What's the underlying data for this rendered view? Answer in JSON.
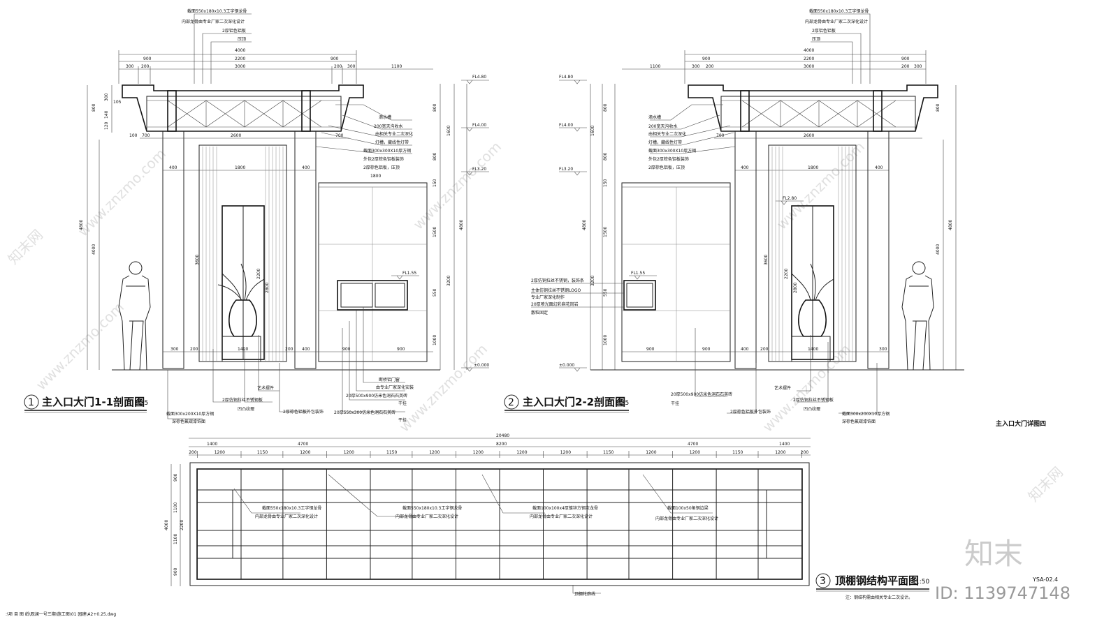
{
  "sections": {
    "s1": {
      "num": "1",
      "title": "主入口大门1-1剖面图",
      "scale": "1:25"
    },
    "s2": {
      "num": "2",
      "title": "主入口大门2-2剖面图",
      "scale": "1:25"
    },
    "s3": {
      "num": "3",
      "title": "顶棚钢结构平面图",
      "scale": "1:50"
    }
  },
  "detail_title": "主入口大门详图四",
  "sheet_number": "YSA-02.4",
  "plan_note": "注：钢结构需由相关专业二次设计。",
  "plan_edge_label": "顶棚轮廓线",
  "file_path": ":\\项 目 图 纸\\观澜一号三期\\施工图\\01 园建\\A2+0.25.dwg",
  "watermark": {
    "site": "www.znzmo.com",
    "brand": "知末网",
    "logo": "知末",
    "id": "ID: 1139747148"
  },
  "levels": {
    "l1": "FL4.80",
    "l2": "FL4.00",
    "l3": "FL3.20",
    "l4": "FL1.55",
    "l5": "±0.000",
    "l6": "FL2.80"
  },
  "s1_top_notes": [
    "截面550x180x10.3工字钢龙骨",
    "内部龙骨由专业厂家二次深化设计",
    "2厚铝色铝板",
    "压顶"
  ],
  "s1_side_notes": [
    "滴水槽",
    "200宽天沟收水",
    "由相关专业二次深化",
    "灯槽，藏线性灯带",
    "截面300x300X10厚方钢",
    "外包2厚棕色铝板装饰",
    "2厚棕色铝板，压顶"
  ],
  "s1_bottom_notes": [
    "断桥铝门窗",
    "由专业厂家深化安装",
    "20厚500x900仿米色洞石石英砖",
    "干挂",
    "20厚550x300仿米色洞石石英砖",
    "干挂",
    "艺术摆件",
    "2厚仿铜拉丝不锈钢板",
    "凹凸纹理",
    "2厚棕色铝板外包装饰",
    "截面300x200X10厚方钢",
    "深棕色氟碳漆饰面"
  ],
  "s2_top_notes": [
    "截面550x180x10.3工字钢龙骨",
    "内部龙骨由专业厂家二次深化设计",
    "2厚铝色铝板",
    "压顶"
  ],
  "s2_side_notes": [
    "滴水槽",
    "200宽天沟收水",
    "由相关专业二次深化",
    "灯槽，藏线性灯带",
    "截面300x300X10厚方钢",
    "外包2厚棕色铝板装饰",
    "2厚棕色铝板，压顶"
  ],
  "s2_left_notes": [
    "2厚仿铜拉丝不锈钢，装饰条",
    "主体仿铜拉丝不锈钢LOGO",
    "专业厂家深化制作",
    "20厚喷光面幻彩麻花岗岩",
    "散粒固定"
  ],
  "s2_bottom_notes": [
    "20厚500x900仿米色洞石石英砖",
    "干挂",
    "艺术摆件",
    "2厚仿铜拉丝不锈钢板",
    "凹凸纹理",
    "2厚棕色铝板外包装饰",
    "截面300x200X10厚方钢",
    "深棕色氟碳漆饰面"
  ],
  "s1_dims_top": [
    "4000",
    "2200",
    "3000",
    "900",
    "300",
    "200",
    "200",
    "300",
    "1100"
  ],
  "s1_dims_mid": [
    "2600",
    "1800",
    "1800",
    "400",
    "400",
    "100",
    "700"
  ],
  "s1_dims_bottom": [
    "300",
    "1400",
    "200",
    "200",
    "400",
    "900",
    "900"
  ],
  "s1_dims_left": [
    "4800",
    "4000",
    "800",
    "300",
    "140",
    "120",
    "105"
  ],
  "s1_dims_right": [
    "800",
    "1600",
    "800",
    "150",
    "1500",
    "4800",
    "550",
    "3200",
    "1000",
    "3600",
    "2200",
    "2800"
  ],
  "s2_dims_top": [
    "4000",
    "2200",
    "3000",
    "900",
    "300",
    "200",
    "200",
    "300",
    "1100"
  ],
  "s2_dims_mid": [
    "2600",
    "1800",
    "400",
    "400",
    "700"
  ],
  "s2_dims_bottom": [
    "900",
    "900",
    "400",
    "200",
    "1400",
    "300"
  ],
  "s2_dims_left": [
    "800",
    "1600",
    "800",
    "150",
    "1500",
    "4800",
    "550",
    "3200",
    "1000"
  ],
  "s2_dims_right": [
    "4800",
    "4000",
    "800",
    "3600",
    "2200",
    "2800"
  ],
  "plan_dims_top": [
    "20480",
    "1400",
    "4700",
    "8200",
    "4700",
    "1400"
  ],
  "plan_dims_cells": [
    "200",
    "1200",
    "1150",
    "1200",
    "1200",
    "1150",
    "1200",
    "1200",
    "1200",
    "1200",
    "1150",
    "1200",
    "1200",
    "1150",
    "1200",
    "200"
  ],
  "plan_dims_left": [
    "4000",
    "900",
    "1100",
    "2200",
    "1100",
    "900"
  ],
  "plan_notes": [
    {
      "a": "截面550x180x10.3工字钢龙骨",
      "b": "内部龙骨由专业厂家二次深化设计"
    },
    {
      "a": "截面550x180x10.3工字钢龙骨",
      "b": "内部龙骨由专业厂家二次深化设计"
    },
    {
      "a": "截面100x100x4厚镀锌方钢次龙骨",
      "b": "内部龙骨由专业厂家二次深化设计"
    },
    {
      "a": "截面100x50角钢边梁",
      "b": "内部龙骨由专业厂家二次深化设计"
    }
  ]
}
